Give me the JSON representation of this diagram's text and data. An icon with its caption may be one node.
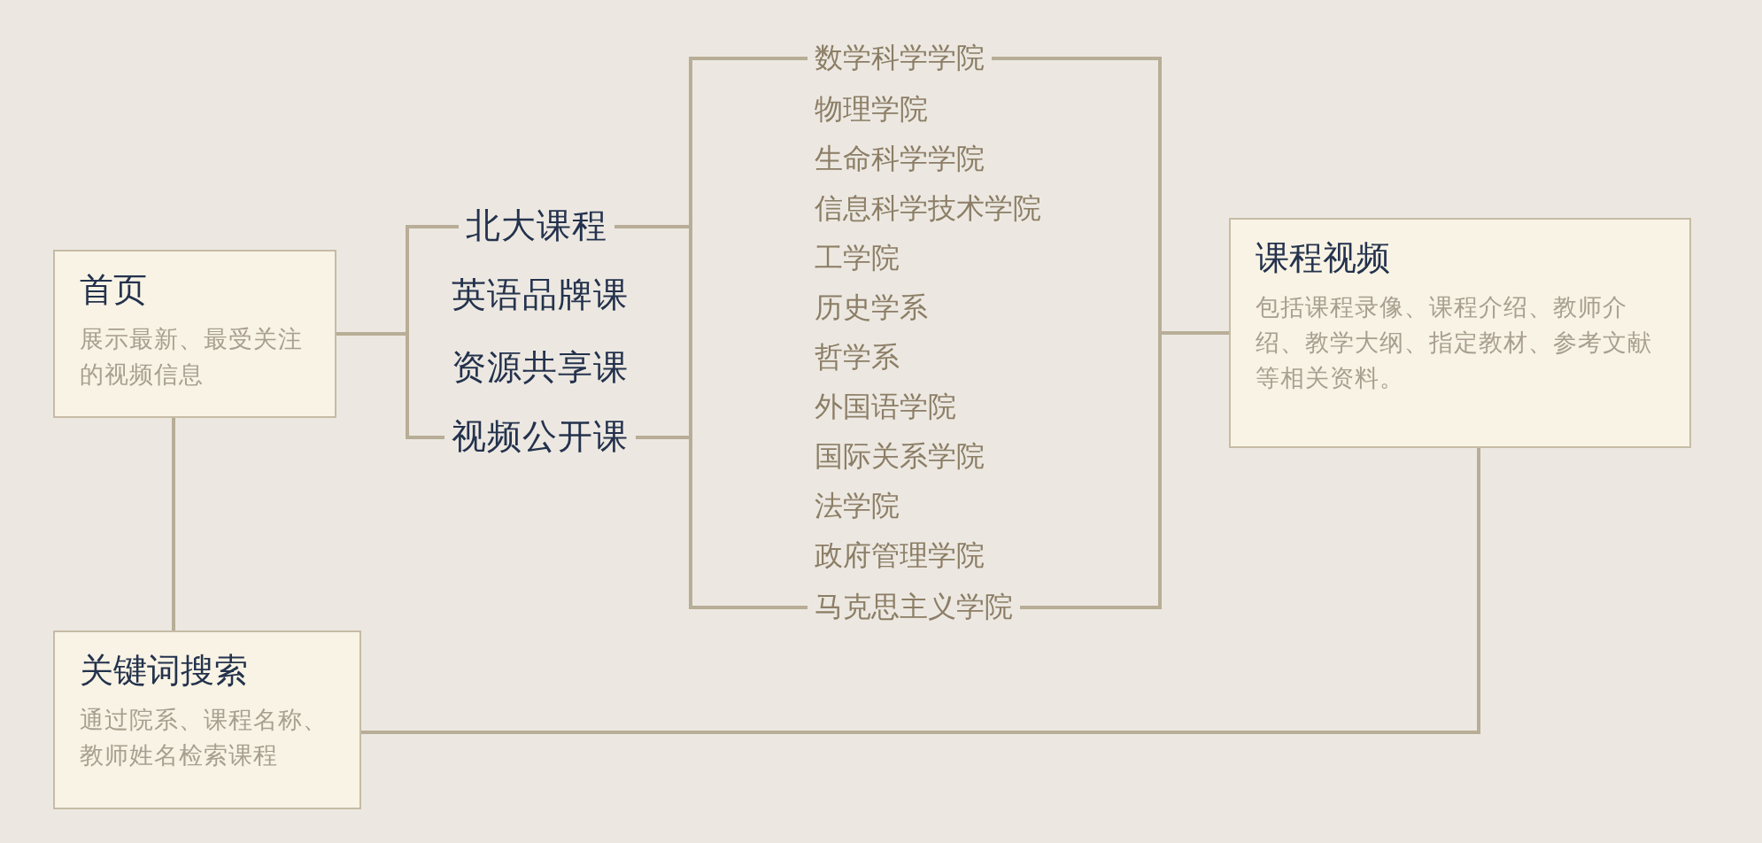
{
  "diagram": {
    "nodes": [
      {
        "text": [
          "首页",
          "展示最新、最受关注的视频信息"
        ]
      },
      {
        "text": [
          "北大课程"
        ]
      },
      {
        "text": [
          "英语品牌课"
        ]
      },
      {
        "text": [
          "资源共享课"
        ]
      },
      {
        "text": [
          "视频公开课"
        ]
      },
      {
        "text": [
          "数学科学学院"
        ]
      },
      {
        "text": [
          "物理学院"
        ]
      },
      {
        "text": [
          "生命科学学院"
        ]
      },
      {
        "text": [
          "信息科学技术学院"
        ]
      },
      {
        "text": [
          "工学院"
        ]
      },
      {
        "text": [
          "历史学系"
        ]
      },
      {
        "text": [
          "哲学系"
        ]
      },
      {
        "text": [
          "外国语学院"
        ]
      },
      {
        "text": [
          "国际关系学院"
        ]
      },
      {
        "text": [
          "法学院"
        ]
      },
      {
        "text": [
          "政府管理学院"
        ]
      },
      {
        "text": [
          "马克思主义学院"
        ]
      },
      {
        "text": [
          "课程视频",
          "包括课程录像、课程介绍、教师介绍、教学大纲、指定教材、参考文献等相关资料。"
        ]
      },
      {
        "text": [
          "关键词搜索",
          "通过院系、课程名称、教师姓名检索课程"
        ]
      }
    ],
    "edges": [
      {
        "from": 0,
        "to": 1,
        "arrow": "none"
      },
      {
        "from": 0,
        "to": 4,
        "arrow": "none"
      },
      {
        "from": 1,
        "to": 5,
        "arrow": "none"
      },
      {
        "from": 1,
        "to": 16,
        "arrow": "none"
      },
      {
        "from": 4,
        "to": 5,
        "arrow": "none"
      },
      {
        "from": 4,
        "to": 16,
        "arrow": "none"
      },
      {
        "from": 5,
        "to": 17,
        "arrow": "none"
      },
      {
        "from": 16,
        "to": 17,
        "arrow": "none"
      },
      {
        "from": 17,
        "to": 18,
        "arrow": "none"
      },
      {
        "from": 0,
        "to": 18,
        "arrow": "none"
      }
    ]
  }
}
